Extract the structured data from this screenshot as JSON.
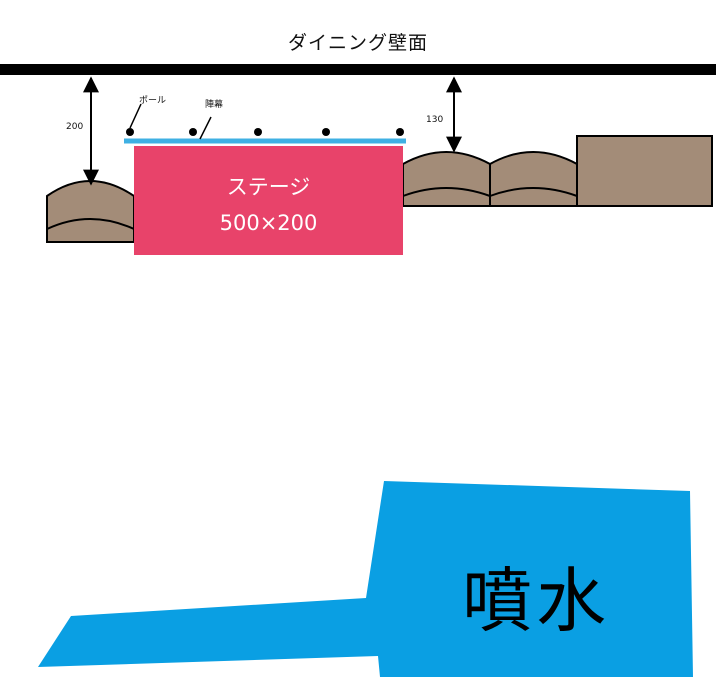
{
  "wall": {
    "label": "ダイニング壁面"
  },
  "stage": {
    "label": "ステージ",
    "size": "500×200"
  },
  "labels": {
    "pole": "ポール",
    "curtain": "陣幕"
  },
  "dimensions": {
    "left": "200",
    "right": "130"
  },
  "fountain": {
    "label": "噴水"
  },
  "colors": {
    "stage": "#e8436a",
    "curtain": "#3fb0e3",
    "planter": "#a38c78",
    "fountain": "#0a9fe3",
    "wall": "#000000"
  }
}
